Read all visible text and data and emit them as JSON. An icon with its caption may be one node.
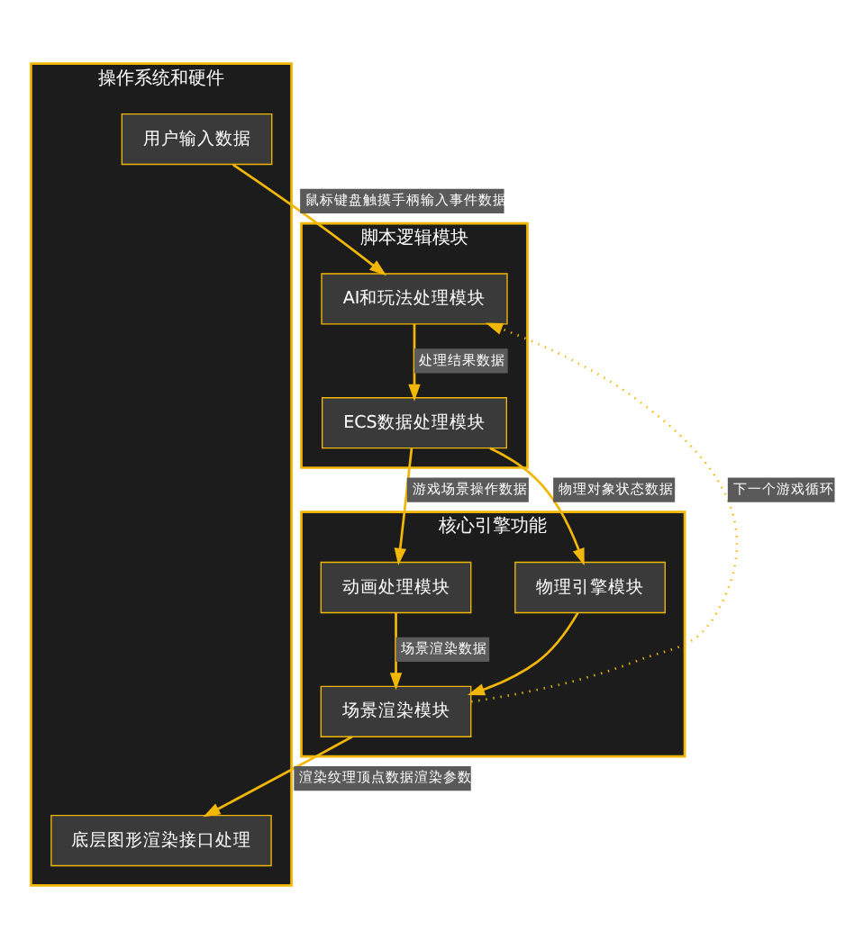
{
  "diagram": {
    "nodes": [
      {
        "text": [
          "操作系统和硬件"
        ]
      },
      {
        "text": [
          "用户输入数据"
        ],
        "in": 0
      },
      {
        "text": [
          "底层图形渲染接口处理"
        ],
        "in": 0
      },
      {
        "text": [
          "脚本逻辑模块"
        ]
      },
      {
        "text": [
          "AI和玩法处理模块"
        ],
        "in": 3
      },
      {
        "text": [
          "ECS数据处理模块"
        ],
        "in": 3
      },
      {
        "text": [
          "核心引擎功能"
        ]
      },
      {
        "text": [
          "动画处理模块"
        ],
        "in": 6
      },
      {
        "text": [
          "物理引擎模块"
        ],
        "in": 6
      },
      {
        "text": [
          "场景渲染模块"
        ],
        "in": 6
      }
    ],
    "edges": [
      {
        "from": 1,
        "to": 4,
        "arrow": "to",
        "label": "鼠标键盘触摸手柄输入事件数据"
      },
      {
        "from": 4,
        "to": 5,
        "arrow": "to",
        "label": "处理结果数据"
      },
      {
        "from": 5,
        "to": 7,
        "arrow": "to",
        "label": "游戏场景操作数据"
      },
      {
        "from": 5,
        "to": 8,
        "arrow": "to",
        "label": "物理对象状态数据"
      },
      {
        "from": 7,
        "to": 9,
        "arrow": "to",
        "label": "场景渲染数据"
      },
      {
        "from": 8,
        "to": 9,
        "arrow": "to"
      },
      {
        "from": 9,
        "to": 2,
        "arrow": "to",
        "label": "渲染纹理顶点数据渲染参数"
      },
      {
        "from": 9,
        "to": 4,
        "arrow": "to",
        "style": "dashed",
        "label": "下一个游戏循环"
      }
    ]
  }
}
